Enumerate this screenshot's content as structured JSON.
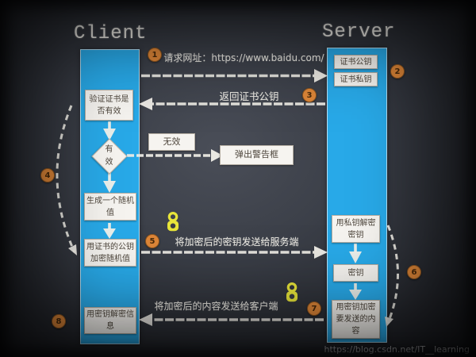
{
  "page": {
    "watermark": "https://blog.csdn.net/IT__learning"
  },
  "titles": {
    "client": "Client",
    "server": "Server"
  },
  "colors": {
    "bar_blue": "#28a9e8",
    "step_orange": "#dd8638",
    "lock_yellow": "#e8e53a",
    "chalk_white": "#efede6",
    "box_bg": "#f6f4f0"
  },
  "icons": {
    "lock": "unlocked-padlock"
  },
  "steps": {
    "s1": {
      "num": "1",
      "label": "请求网址：https://www.baidu.com/"
    },
    "s2": {
      "num": "2"
    },
    "s3": {
      "num": "3",
      "label": "返回证书公钥"
    },
    "s4": {
      "num": "4"
    },
    "s5": {
      "num": "5",
      "label": "将加密后的密钥发送给服务端"
    },
    "s6": {
      "num": "6"
    },
    "s7": {
      "num": "7",
      "label": "将加密后的内容发送给客户端"
    },
    "s8": {
      "num": "8"
    }
  },
  "client_flow": {
    "verify": "验证证书是否有效",
    "valid": "有效",
    "invalid": "无效",
    "alert": "弹出警告框",
    "generate_random": "生成一个随机值",
    "encrypt_random": "用证书的公钥加密随机值",
    "decrypt_info": "用密钥解密信息"
  },
  "server_flow": {
    "cert_public_key": "证书公钥",
    "cert_private_key": "证书私钥",
    "decrypt_key": "用私钥解密密钥",
    "key": "密钥",
    "encrypt_content": "用密钥加密要发送的内容"
  }
}
